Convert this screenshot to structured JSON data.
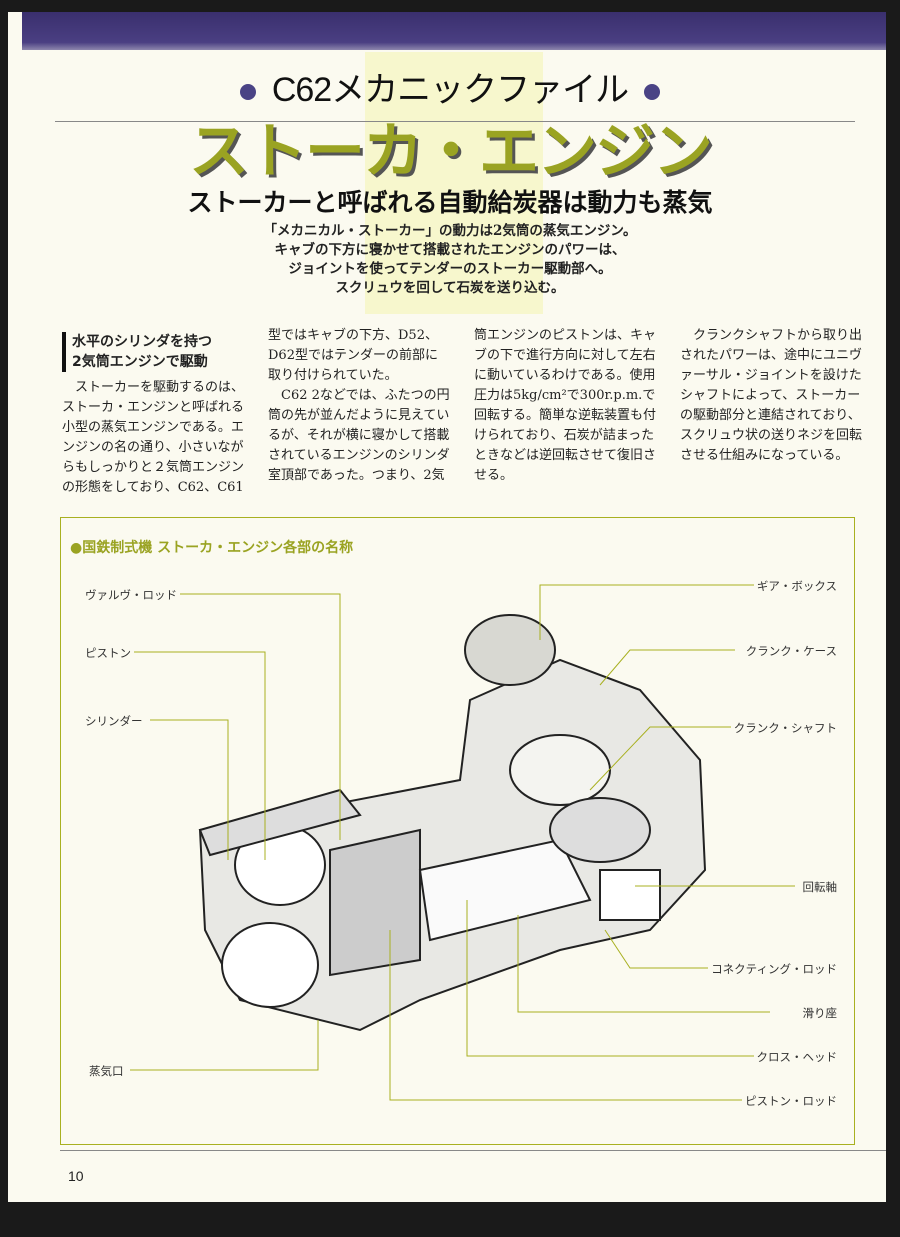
{
  "header": {
    "series": "C62メカニックファイル",
    "title": "ストーカ・エンジン",
    "subtitle": "ストーカーと呼ばれる自動給炭器は動力も蒸気",
    "lead": [
      "「メカニカル・ストーカー」の動力は2気筒の蒸気エンジン。",
      "キャブの下方に寝かせて搭載されたエンジンのパワーは、",
      "ジョイントを使ってテンダーのストーカー駆動部へ。",
      "スクリュウを回して石炭を送り込む。"
    ]
  },
  "article": {
    "heading": [
      "水平のシリンダを持つ",
      "2気筒エンジンで駆動"
    ],
    "paragraphs": [
      "ストーカーを駆動するのは、ストーカ・エンジンと呼ばれる小型の蒸気エンジンである。エンジンの名の通り、小さいながらもしっかりと２気筒エンジンの形態をしており、C62、C61型ではキャブの下方、D52、D62型ではテンダーの前部に取り付けられていた。",
      "C62 2などでは、ふたつの円筒の先が並んだように見えているが、それが横に寝かして搭載されているエンジンのシリンダ室頂部であった。つまり、2気筒エンジンのピストンは、キャブの下で進行方向に対して左右に動いているわけである。使用圧力は5kg/cm²で300r.p.m.で回転する。簡単な逆転装置も付けられており、石炭が詰まったときなどは逆回転させて復旧させる。",
      "クランクシャフトから取り出されたパワーは、途中にユニヴァーサル・ジョイントを設けたシャフトによって、ストーカーの駆動部分と連結されており、スクリュウ状の送りネジを回転させる仕組みになっている。"
    ]
  },
  "figure": {
    "title": "●国鉄制式機 ストーカ・エンジン各部の名称",
    "labels_left": [
      "ヴァルヴ・ロッド",
      "ピストン",
      "シリンダー",
      "蒸気口"
    ],
    "labels_right": [
      "ギア・ボックス",
      "クランク・ケース",
      "クランク・シャフト",
      "回転軸",
      "コネクティング・ロッド",
      "滑り座",
      "クロス・ヘッド",
      "ピストン・ロッド"
    ]
  },
  "page_number": "10",
  "colors": {
    "band": "#3a2f6e",
    "accent": "#9aa322"
  }
}
